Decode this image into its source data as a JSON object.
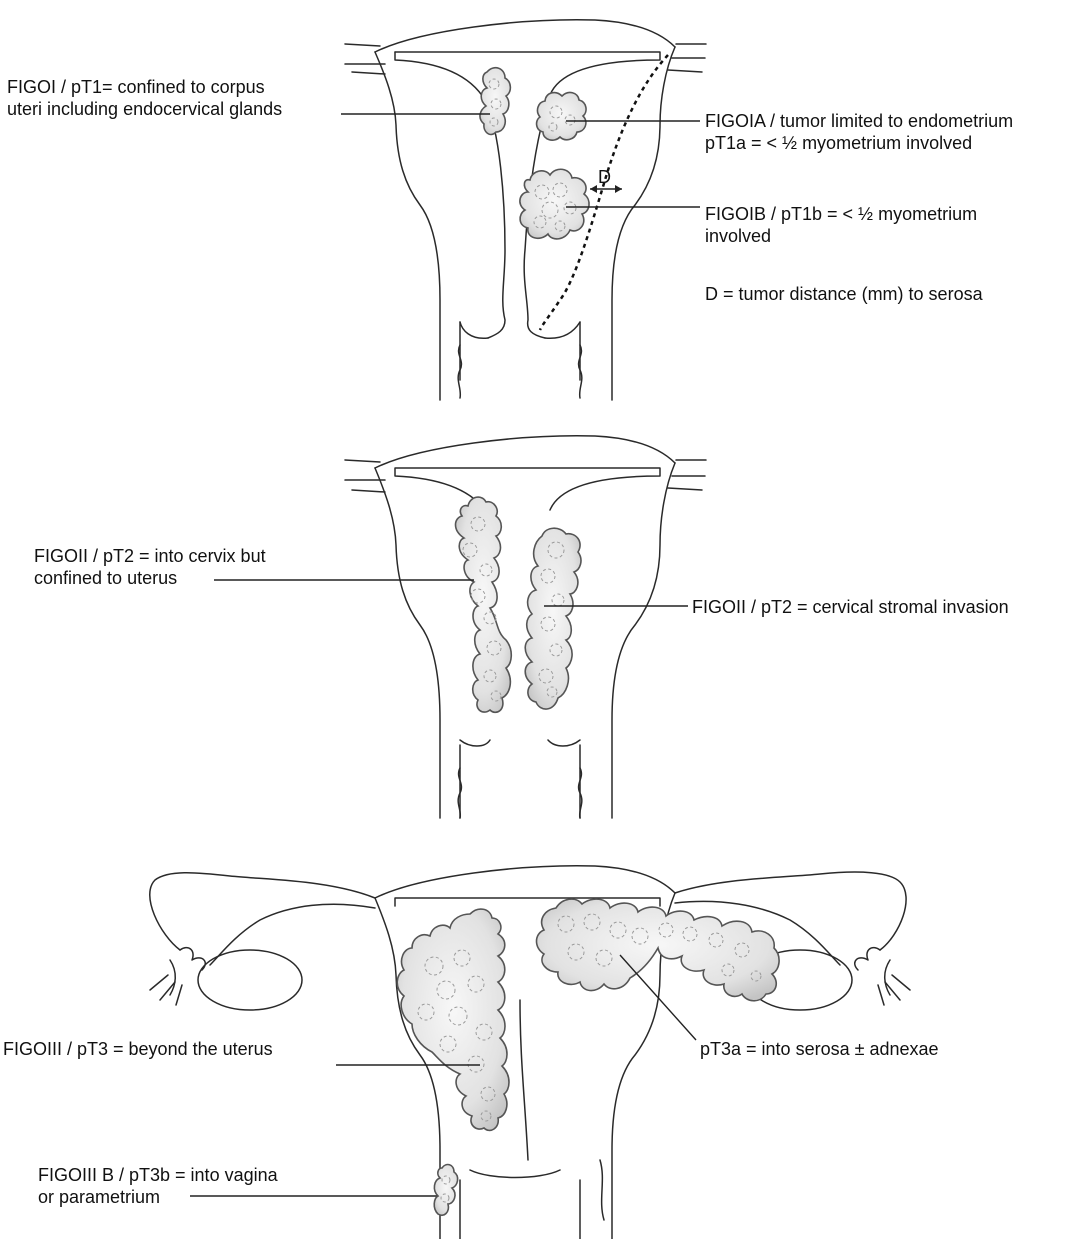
{
  "panels": {
    "stage1": {
      "label_left": [
        "FIGOI / pT1= confined to corpus",
        "uteri including endocervical glands"
      ],
      "label_1a": [
        "FIGOIA / tumor limited to endometrium",
        "pT1a = < ½ myometrium involved"
      ],
      "label_1b": [
        "FIGOIB / pT1b = < ½ myometrium",
        "involved"
      ],
      "distance_marker": "D",
      "distance_note": "D = tumor distance (mm) to serosa"
    },
    "stage2": {
      "label_left": [
        "FIGOII / pT2 = into cervix but",
        "confined to uterus"
      ],
      "label_right": "FIGOII / pT2 = cervical stromal invasion"
    },
    "stage3": {
      "label_left": "FIGOIII / pT3 = beyond the uterus",
      "label_right": "pT3a = into serosa ± adnexae",
      "label_3b": [
        "FIGOIII B / pT3b = into vagina",
        "or parametrium"
      ]
    }
  },
  "colors": {
    "line": "#2a2a2a",
    "tumor_fill": "#e6e6e6",
    "tumor_edge": "#555555"
  }
}
